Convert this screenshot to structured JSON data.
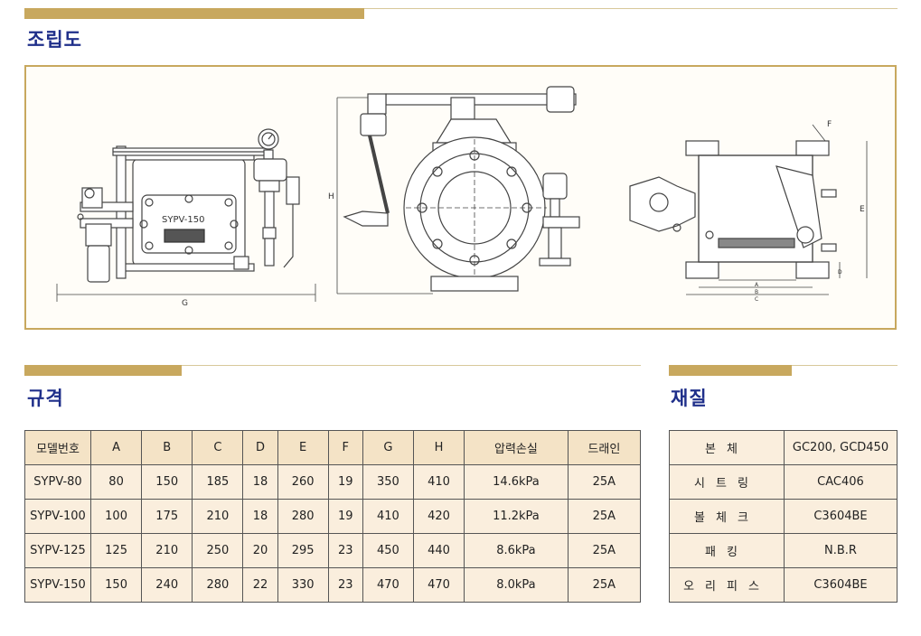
{
  "assembly": {
    "title": "조립도"
  },
  "drawing": {
    "nameplate": "SYPV-150",
    "dimension_labels": {
      "g": "G",
      "h": "H",
      "f": "F",
      "e": "E",
      "a": "A",
      "b": "B",
      "c": "C",
      "d": "D"
    }
  },
  "spec": {
    "title": "규격",
    "headers": [
      "모델번호",
      "A",
      "B",
      "C",
      "D",
      "E",
      "F",
      "G",
      "H",
      "압력손실",
      "드래인"
    ],
    "rows": [
      [
        "SYPV-80",
        "80",
        "150",
        "185",
        "18",
        "260",
        "19",
        "350",
        "410",
        "14.6kPa",
        "25A"
      ],
      [
        "SYPV-100",
        "100",
        "175",
        "210",
        "18",
        "280",
        "19",
        "410",
        "420",
        "11.2kPa",
        "25A"
      ],
      [
        "SYPV-125",
        "125",
        "210",
        "250",
        "20",
        "295",
        "23",
        "450",
        "440",
        "8.6kPa",
        "25A"
      ],
      [
        "SYPV-150",
        "150",
        "240",
        "280",
        "22",
        "330",
        "23",
        "470",
        "470",
        "8.0kPa",
        "25A"
      ]
    ]
  },
  "material": {
    "title": "재질",
    "rows": [
      [
        "본체",
        "GC200, GCD450"
      ],
      [
        "시트링",
        "CAC406"
      ],
      [
        "볼체크",
        "C3604BE"
      ],
      [
        "패킹",
        "N.B.R"
      ],
      [
        "오리피스",
        "C3604BE"
      ]
    ]
  },
  "colors": {
    "accent_gold": "#c8a85e",
    "title_blue": "#1f2f8a",
    "cell_fill": "#faeedd"
  }
}
